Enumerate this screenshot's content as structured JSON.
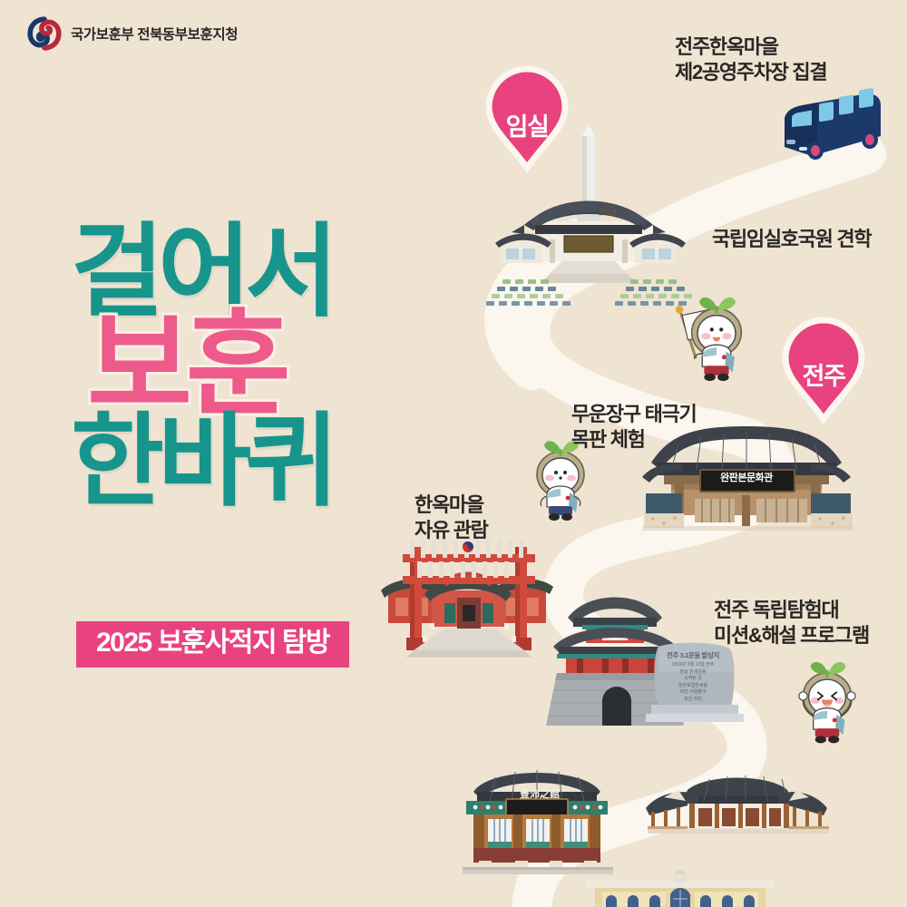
{
  "meta": {
    "background_color": "#EFE3D2",
    "accent_teal": "#17958C",
    "accent_pink": "#EE5A8B",
    "badge_pink": "#E8437E",
    "text_dark": "#2B2724",
    "road_color": "#FBF6EE"
  },
  "header": {
    "logo_icon": "korea-government-taegeuk-logo",
    "agency": "국가보훈부  전북동부보훈지청"
  },
  "title": {
    "line1": "걸어서",
    "line2": "보훈",
    "line3": "한바퀴",
    "line1_color": "#17958C",
    "line2_color": "#EE5A8B",
    "line3_color": "#17958C"
  },
  "subtitle": {
    "text": "2025 보훈사적지 탐방"
  },
  "pins": [
    {
      "id": "imsil",
      "label": "임실",
      "color": "#E8437E"
    },
    {
      "id": "jeonju",
      "label": "전주",
      "color": "#E8437E"
    }
  ],
  "captions": [
    {
      "id": "assemble",
      "text": "전주한옥마을\n제2공영주차장 집결"
    },
    {
      "id": "imsil",
      "text": "국립임실호국원 견학"
    },
    {
      "id": "woodblock",
      "text": "무운장구 태극기\n목판 체험"
    },
    {
      "id": "hanok",
      "text": "한옥마을\n자유 관람"
    },
    {
      "id": "mission",
      "text": "전주 독립탐험대\n미션&해설 프로그램"
    }
  ],
  "landmarks": {
    "hoguk_sign": "호국원",
    "wanpan_sign": "완판본문화관",
    "pungpae_sign": "豊沛之館"
  },
  "monument": {
    "title": "전주 3.1운동 발상지",
    "body": "1919년 3월 13일 전주\n장날 만세운동\n시작된 곳\n대한독립만세를\n외친 사람들이\n모인 자리"
  },
  "mascots": [
    {
      "id": "flag-mascot",
      "description": "sprout-mascot-waving-taegeukgi"
    },
    {
      "id": "standing-mascot",
      "description": "sprout-mascot-standing"
    },
    {
      "id": "cheering-mascot",
      "description": "sprout-mascot-cheering"
    }
  ],
  "vehicles": [
    {
      "id": "tour-bus",
      "description": "navy-tour-bus",
      "color": "#1B3A6B"
    }
  ]
}
